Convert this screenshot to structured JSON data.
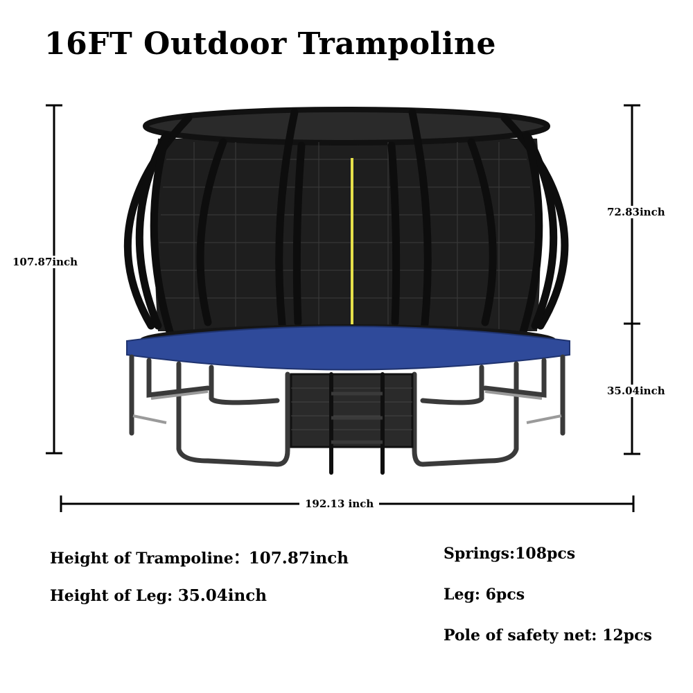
{
  "title": "16FT Outdoor Trampoline",
  "dimensions": {
    "total_height": "107.87inch",
    "enclosure_height": "72.83inch",
    "leg_height": "35.04inch",
    "width": "192.13 inch"
  },
  "specs_left": [
    {
      "label": "Height of Trampoline：",
      "value": "107.87inch"
    },
    {
      "label": "Height of Leg: ",
      "value": "35.04inch"
    }
  ],
  "specs_right": [
    {
      "label": "Springs:108pcs"
    },
    {
      "label": "Leg: 6pcs"
    },
    {
      "label": "Pole of safety net: 12pcs"
    }
  ],
  "colors": {
    "pad": "#2f4a9a",
    "frame": "#3a3a3a",
    "net": "#222222",
    "zipper": "#e6e04a"
  }
}
